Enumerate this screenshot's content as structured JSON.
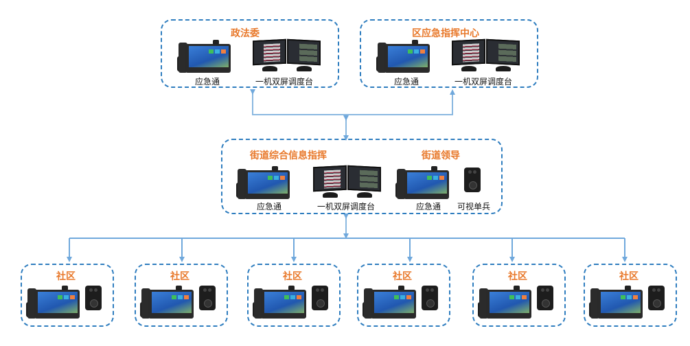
{
  "colors": {
    "border": "#2e7dbf",
    "connector": "#6fa8dc",
    "title": "#e8782a",
    "label": "#111111"
  },
  "top_nodes": [
    {
      "title": "政法委",
      "devices": [
        {
          "type": "desk-phone",
          "label": "应急通"
        },
        {
          "type": "dual-monitor",
          "label": "一机双屏调度台"
        }
      ]
    },
    {
      "title": "区应急指挥中心",
      "devices": [
        {
          "type": "desk-phone",
          "label": "应急通"
        },
        {
          "type": "dual-monitor",
          "label": "一机双屏调度台"
        }
      ]
    }
  ],
  "middle_node": {
    "groups": [
      {
        "title": "街道综合信息指挥",
        "devices": [
          {
            "type": "desk-phone",
            "label": "应急通"
          },
          {
            "type": "dual-monitor",
            "label": "一机双屏调度台"
          }
        ]
      },
      {
        "title": "街道领导",
        "devices": [
          {
            "type": "desk-phone",
            "label": "应急通"
          },
          {
            "type": "body-camera",
            "label": "可视单兵"
          }
        ]
      }
    ]
  },
  "bottom_nodes": [
    {
      "title": "社区",
      "devices": [
        "desk-phone",
        "body-camera"
      ]
    },
    {
      "title": "社区",
      "devices": [
        "desk-phone",
        "body-camera"
      ]
    },
    {
      "title": "社区",
      "devices": [
        "desk-phone",
        "body-camera"
      ]
    },
    {
      "title": "社区",
      "devices": [
        "desk-phone",
        "body-camera"
      ]
    },
    {
      "title": "社区",
      "devices": [
        "desk-phone",
        "body-camera"
      ]
    },
    {
      "title": "社区",
      "devices": [
        "desk-phone",
        "body-camera"
      ]
    }
  ]
}
